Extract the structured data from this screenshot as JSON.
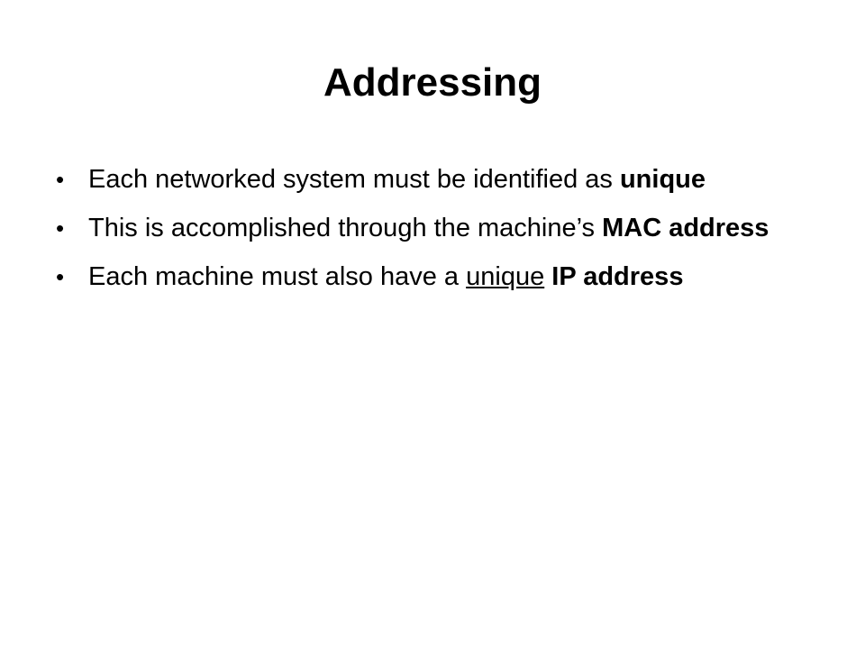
{
  "slide": {
    "title": "Addressing",
    "bullet_symbol": "•",
    "bullets": [
      {
        "text": "Each networked system must be identified as ",
        "emphasis": "unique"
      },
      {
        "text": "This is accomplished through the machine’s ",
        "emphasis": "MAC address"
      },
      {
        "text": "Each machine must also have a ",
        "underlined": "unique",
        "space": " ",
        "emphasis": "IP address"
      }
    ]
  }
}
